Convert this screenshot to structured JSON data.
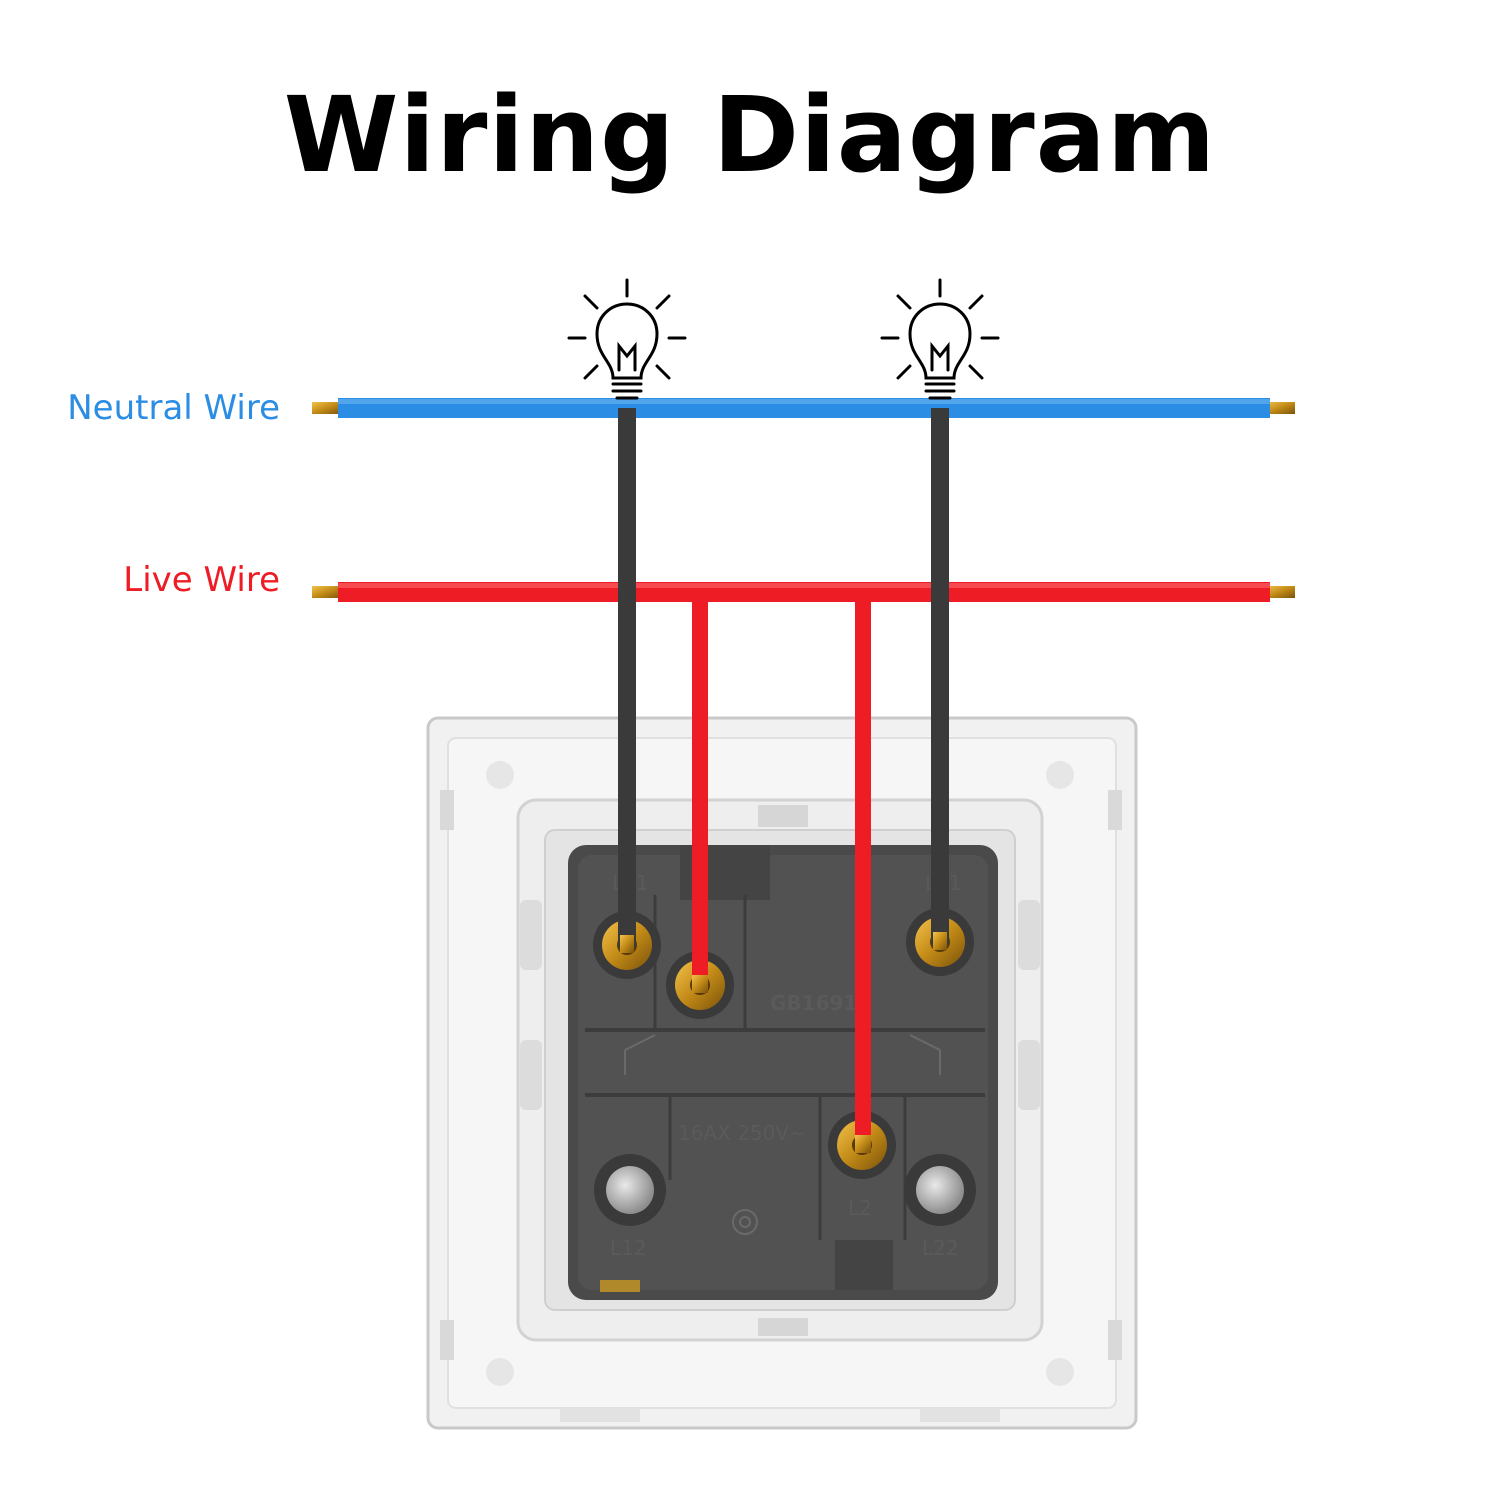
{
  "title": "Wiring Diagram",
  "neutral": {
    "label": "Neutral Wire",
    "color": "#2b8de3"
  },
  "live": {
    "label": "Live Wire",
    "color": "#ee1c24"
  },
  "load_wire_color": "#3a3a3a",
  "switch": {
    "terminals": {
      "l11": "L11",
      "l21": "L21",
      "l12": "L12",
      "l22": "L22",
      "l2": "L2",
      "model": "GB16915",
      "rating": "16AX 250V~"
    }
  }
}
